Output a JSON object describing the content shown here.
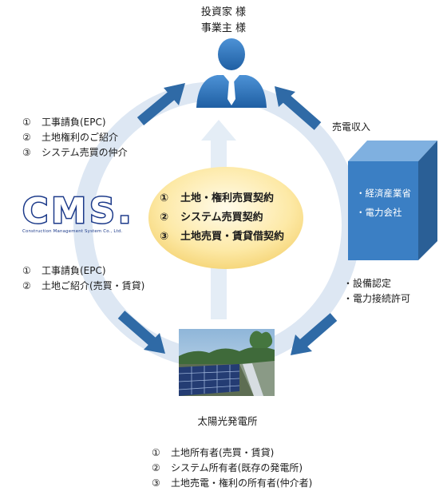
{
  "investor": {
    "line1": "投資家 様",
    "line2": "事業主 様"
  },
  "cms": {
    "logo": "CMS.",
    "tagline": "Construction Management System Co., Ltd.",
    "list_top": [
      {
        "num": "①",
        "text": "工事請負(EPC)"
      },
      {
        "num": "②",
        "text": "土地権利のご紹介"
      },
      {
        "num": "③",
        "text": "システム売買の仲介"
      }
    ],
    "list_bottom": [
      {
        "num": "①",
        "text": "工事請負(EPC)"
      },
      {
        "num": "②",
        "text": "土地ご紹介(売買・賃貸)"
      }
    ]
  },
  "center": {
    "items": [
      {
        "num": "①",
        "text": "土地・権利売買契約"
      },
      {
        "num": "②",
        "text": "システム売買契約"
      },
      {
        "num": "③",
        "text": "土地売買・賃貸借契約"
      }
    ]
  },
  "revenue_label": "売電収入",
  "authority": {
    "items": [
      "・経済産業省",
      "・電力会社"
    ]
  },
  "permits": {
    "items": [
      "・設備認定",
      "・電力接続許可"
    ]
  },
  "plant": {
    "caption": "太陽光発電所",
    "owners": [
      {
        "num": "①",
        "text": "土地所有者(売買・賃貸)"
      },
      {
        "num": "②",
        "text": "システム所有者(既存の発電所)"
      },
      {
        "num": "③",
        "text": "土地売電・権利の所有者(仲介者)"
      }
    ]
  },
  "colors": {
    "ring": "#dde7f3",
    "arrow_dark": "#2f6aa6",
    "arrow_light": "#e4edf6",
    "person": "#2e73b8",
    "box_front": "#3b7fc4",
    "box_top": "#7fb0e0",
    "box_side": "#2a5f96",
    "oval": "#fde9a6"
  }
}
